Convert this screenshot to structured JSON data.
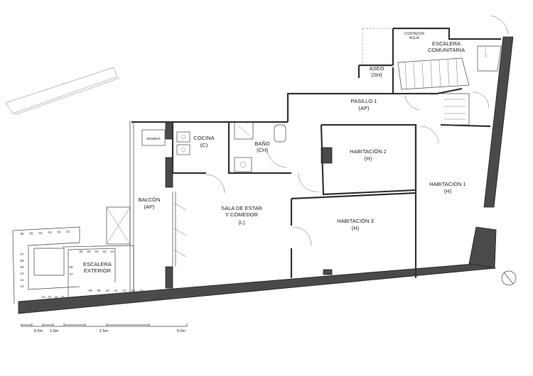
{
  "rooms": {
    "aseo": {
      "name": "ASEO",
      "code": "(SH)"
    },
    "pasillo": {
      "name": "PASILLO 1",
      "code": "(AP)"
    },
    "escalera_comunitaria": {
      "line1": "ESCALERA",
      "line2": "COMUNITARIA"
    },
    "contador": {
      "line1": "CONTADOR",
      "line2": "AGUA"
    },
    "cocina": {
      "name": "COCINA",
      "code": "(C)"
    },
    "bano": {
      "name": "BAÑO",
      "code": "(CH)"
    },
    "lavadero": {
      "name": "lavadero"
    },
    "habitacion2": {
      "name": "HABITACIÓN 2",
      "code": "(H)"
    },
    "habitacion1": {
      "name": "HABITACIÓN 1",
      "code": "(H)"
    },
    "habitacion3": {
      "name": "HABITACIÓN 3",
      "code": "(H)"
    },
    "balcon": {
      "name": "BALCÓN",
      "code": "(AP)"
    },
    "sala": {
      "line1": "SALA DE ESTAR",
      "line2": "Y COMEDOR",
      "code": "(L)"
    },
    "escalera_exterior": {
      "line1": "ESCALERA",
      "line2": "EXTERIOR"
    }
  },
  "stairs_outer": {
    "top": [
      "06",
      "05",
      "04",
      "03",
      "02",
      "01"
    ],
    "left": [
      "07",
      "08",
      "09",
      "10",
      "11",
      "12"
    ],
    "bottom": [
      "13",
      "14",
      "15",
      "16"
    ]
  },
  "stairs_inner": {
    "top": [
      "05",
      "04",
      "03",
      "02",
      "01"
    ],
    "left": [
      "06",
      "07"
    ],
    "bottom": [
      "08",
      "09",
      "10",
      "11",
      "12",
      "13",
      "14"
    ]
  },
  "scale_bar": {
    "labels": [
      "0.5m",
      "1.0m",
      "2.5m",
      "5.0m"
    ]
  },
  "colors": {
    "wall": "#4a4a4a",
    "line": "#333333"
  }
}
